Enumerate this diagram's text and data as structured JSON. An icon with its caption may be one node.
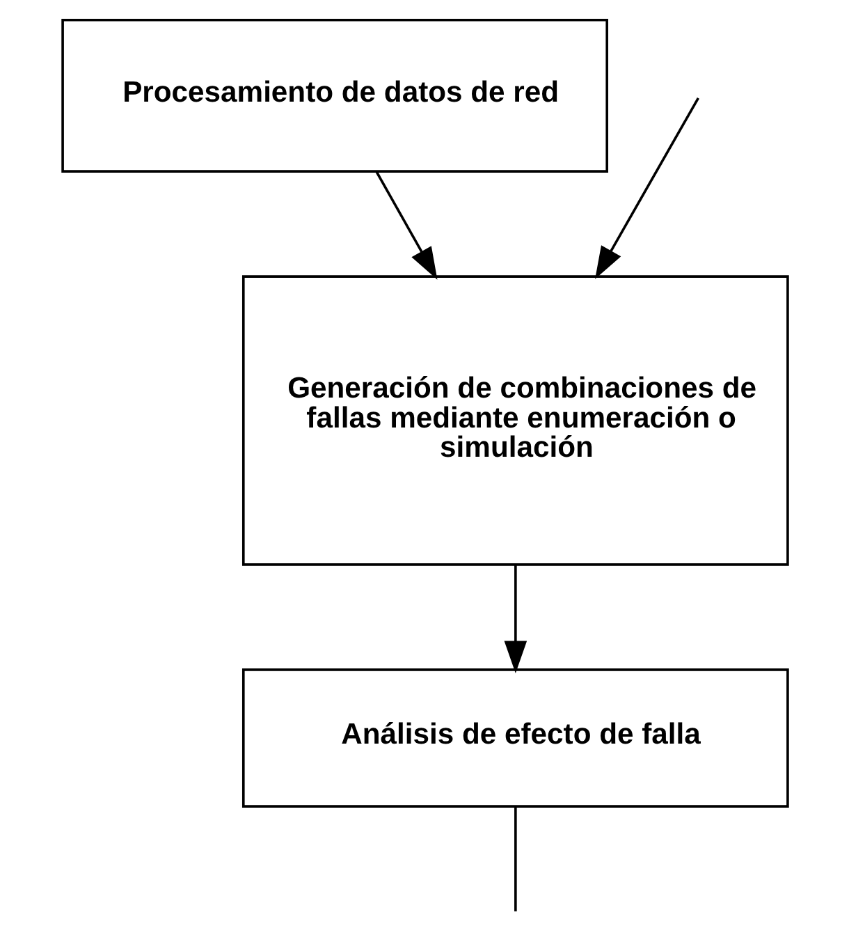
{
  "diagram": {
    "nodes": [
      {
        "text": [
          "Procesamiento de datos de red"
        ]
      },
      {
        "text": [
          "Generación de combinaciones de fallas mediante enumeración o simulación"
        ]
      },
      {
        "text": [
          "Análisis de efecto de falla"
        ]
      }
    ],
    "edges": [
      {
        "from": 0,
        "to": 1,
        "arrow": "to"
      },
      {
        "from": null,
        "to": 1,
        "arrow": "to"
      },
      {
        "from": 1,
        "to": 2,
        "arrow": "to"
      },
      {
        "from": 2,
        "to": null,
        "arrow": "none"
      }
    ]
  }
}
